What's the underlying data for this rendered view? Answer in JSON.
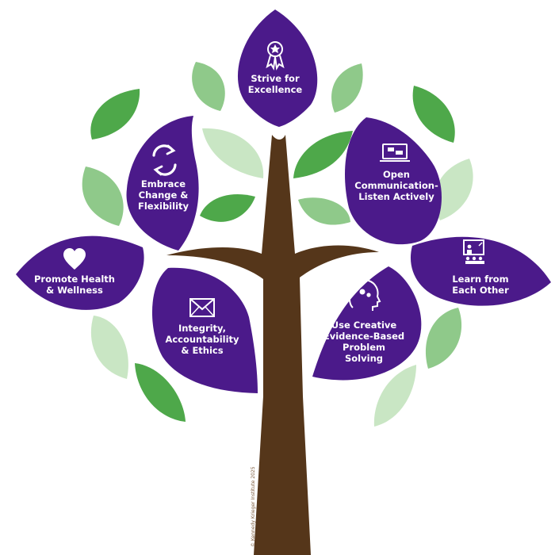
{
  "colors": {
    "purple_leaf": "#4b1a8a",
    "green_dark": "#4ea84a",
    "green_mid": "#8fc98a",
    "green_light": "#c9e6c4",
    "trunk": "#55361a",
    "label_text": "#ffffff"
  },
  "values": [
    {
      "icon": "award-ribbon-icon",
      "lines": [
        "Strive for",
        "Excellence"
      ]
    },
    {
      "icon": "refresh-arrows-icon",
      "lines": [
        "Embrace",
        "Change &",
        "Flexibility"
      ]
    },
    {
      "icon": "laptop-chat-icon",
      "lines": [
        "Open",
        "Communication-",
        "Listen Actively"
      ]
    },
    {
      "icon": "heart-icon",
      "lines": [
        "Promote Health",
        "& Wellness"
      ]
    },
    {
      "icon": "classroom-icon",
      "lines": [
        "Learn from",
        "Each Other"
      ]
    },
    {
      "icon": "envelope-icon",
      "lines": [
        "Integrity,",
        "Accountability",
        "& Ethics"
      ]
    },
    {
      "icon": "head-gears-icon",
      "lines": [
        "Use Creative",
        "Evidence-Based",
        "Problem",
        "Solving"
      ]
    }
  ],
  "copyright": "© Kennedy Krieger Institute 2025"
}
